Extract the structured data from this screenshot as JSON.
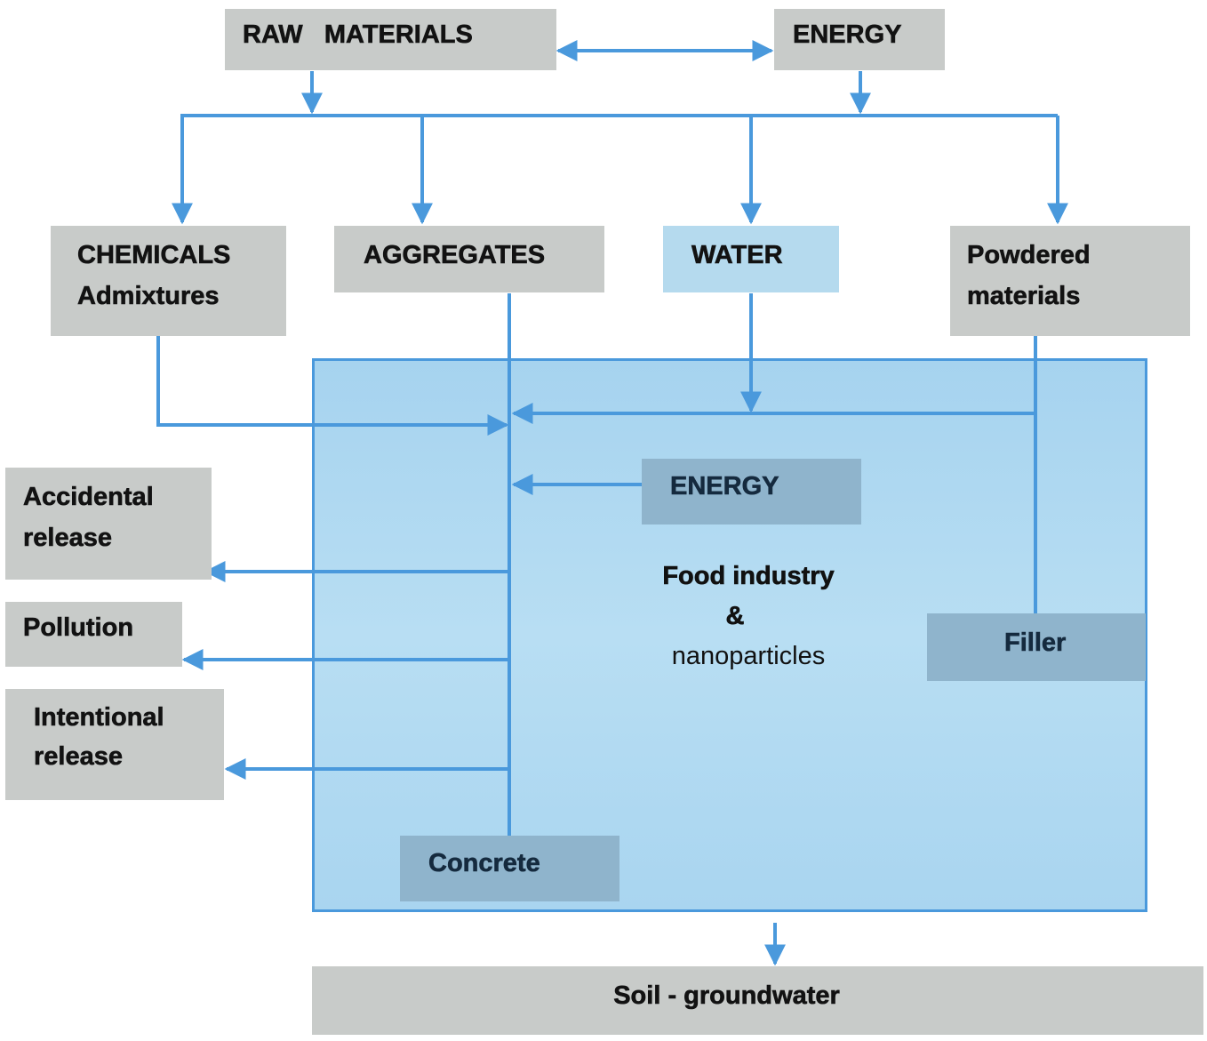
{
  "colors": {
    "arrow": "#4a99dc",
    "gray_box": "#c8cbc9",
    "region_fill": "#a8d5f0",
    "region_border": "#4a99dc",
    "inner_box": "#8fb4cc",
    "water_box": "#b5daee"
  },
  "nodes": {
    "raw_materials": "RAW   MATERIALS",
    "energy_top": "ENERGY",
    "chemicals": [
      "CHEMICALS",
      "Admixtures"
    ],
    "aggregates": "AGGREGATES",
    "water": "WATER",
    "powdered": [
      "Powdered",
      "materials"
    ],
    "energy_inner": "ENERGY",
    "food_industry": [
      "Food industry",
      "&",
      "nanoparticles"
    ],
    "filler": "Filler",
    "concrete": "Concrete",
    "accidental": [
      "Accidental",
      "release"
    ],
    "pollution": "Pollution",
    "intentional": [
      "Intentional",
      "release"
    ],
    "soil": "Soil - groundwater"
  }
}
